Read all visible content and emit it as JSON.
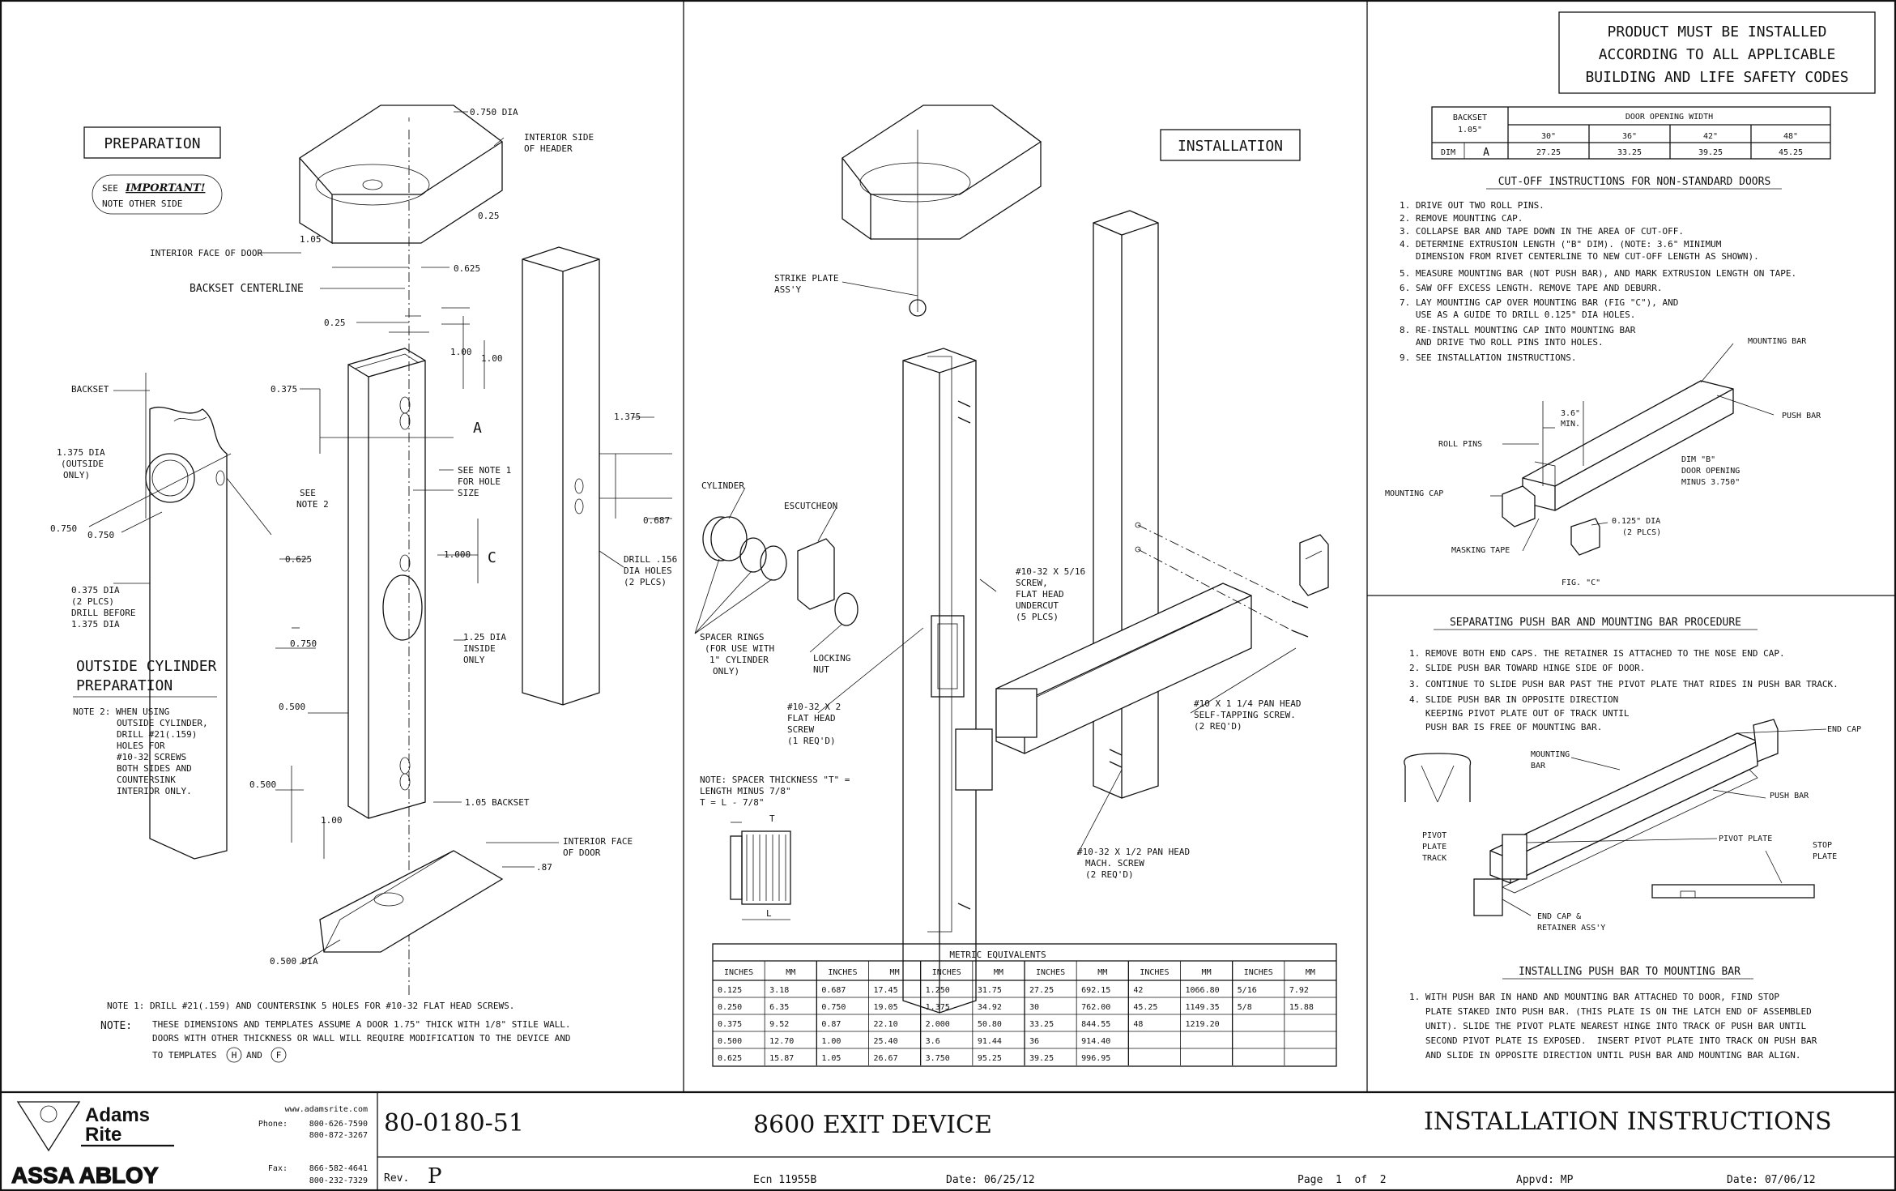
{
  "notice": [
    "PRODUCT MUST BE INSTALLED",
    "ACCORDING TO ALL APPLICABLE",
    "BUILDING AND LIFE SAFETY CODES"
  ],
  "prep": {
    "title": "PREPARATION",
    "see_important": "SEE",
    "important": "IMPORTANT!",
    "note_other_side": "NOTE OTHER SIDE",
    "callouts": [
      "0.750 DIA",
      "INTERIOR SIDE",
      "OF HEADER",
      "0.25",
      "1.05",
      "INTERIOR FACE OF DOOR",
      "0.625",
      "BACKSET CENTERLINE",
      "0.25",
      "0.375",
      "1.00",
      "1.00",
      "A",
      "BACKSET",
      "1.375 DIA",
      "(OUTSIDE",
      "ONLY)",
      "0.750",
      "0.750",
      "0.625",
      "SEE",
      "NOTE 2",
      "SEE NOTE 1",
      "FOR HOLE",
      "SIZE",
      "1.000",
      "C",
      "1.375",
      "0.687",
      "DRILL .156",
      "DIA HOLES",
      "(2 PLCS)",
      "0.375 DIA",
      "(2 PLCS)",
      "DRILL BEFORE",
      "1.375 DIA",
      "0.750",
      "1.25 DIA",
      "INSIDE",
      "ONLY",
      "0.500",
      "0.500",
      "1.00",
      "1.05 BACKSET",
      "INTERIOR FACE",
      "OF DOOR",
      ".87",
      "0.500 DIA"
    ],
    "outside_cyl_title": [
      "OUTSIDE CYLINDER",
      "PREPARATION"
    ],
    "note2": [
      "NOTE 2: WHEN USING",
      "OUTSIDE CYLINDER,",
      "DRILL #21(.159)",
      "HOLES FOR",
      "#10-32 SCREWS",
      "BOTH SIDES AND",
      "COUNTERSINK",
      "INTERIOR ONLY."
    ],
    "note1": "NOTE 1: DRILL #21(.159) AND COUNTERSINK 5 HOLES FOR #10-32 FLAT HEAD SCREWS.",
    "note_label": "NOTE:",
    "note_lines": [
      "THESE DIMENSIONS AND TEMPLATES ASSUME A DOOR 1.75\" THICK WITH 1/8\" STILE WALL.",
      "DOORS WITH OTHER THICKNESS OR WALL WILL REQUIRE MODIFICATION TO THE DEVICE AND",
      "TO TEMPLATES"
    ],
    "tpl_h": "H",
    "tpl_and": "AND",
    "tpl_f": "F"
  },
  "install": {
    "title": "INSTALLATION",
    "callouts": [
      "STRIKE PLATE",
      "ASS'Y",
      "CYLINDER",
      "ESCUTCHEON",
      "#10-32 X 5/16",
      "SCREW,",
      "FLAT HEAD",
      "UNDERCUT",
      "(5 PLCS)",
      "SPACER RINGS",
      "(FOR USE WITH",
      "1\" CYLINDER",
      "ONLY)",
      "LOCKING",
      "NUT",
      "#10-32 X 2",
      "FLAT HEAD",
      "SCREW",
      "(1 REQ'D)",
      "#10 X 1 1/4 PAN HEAD",
      "SELF-TAPPING SCREW.",
      "(2 REQ'D)",
      "#10-32 X 1/2 PAN HEAD",
      "MACH. SCREW",
      "(2 REQ'D)"
    ],
    "spacer_note": [
      "NOTE: SPACER THICKNESS \"T\" =",
      "LENGTH MINUS 7/8\"",
      "T = L - 7/8\""
    ],
    "t_label": "T",
    "l_label": "L"
  },
  "metric": {
    "title": "METRIC EQUIVALENTS",
    "headers": [
      "INCHES",
      "MM",
      "INCHES",
      "MM",
      "INCHES",
      "MM",
      "INCHES",
      "MM",
      "INCHES",
      "MM",
      "INCHES",
      "MM"
    ],
    "rows": [
      [
        "0.125",
        "3.18",
        "0.687",
        "17.45",
        "1.250",
        "31.75",
        "27.25",
        "692.15",
        "42",
        "1066.80",
        "5/16",
        "7.92"
      ],
      [
        "0.250",
        "6.35",
        "0.750",
        "19.05",
        "1.375",
        "34.92",
        "30",
        "762.00",
        "45.25",
        "1149.35",
        "5/8",
        "15.88"
      ],
      [
        "0.375",
        "9.52",
        "0.87",
        "22.10",
        "2.000",
        "50.80",
        "33.25",
        "844.55",
        "48",
        "1219.20",
        "",
        ""
      ],
      [
        "0.500",
        "12.70",
        "1.00",
        "25.40",
        "3.6",
        "91.44",
        "36",
        "914.40",
        "",
        "",
        "",
        ""
      ],
      [
        "0.625",
        "15.87",
        "1.05",
        "26.67",
        "3.750",
        "95.25",
        "39.25",
        "996.95",
        "",
        "",
        "",
        ""
      ]
    ]
  },
  "door_table": {
    "backset_label": "BACKSET",
    "backset_value": "1.05\"",
    "header": "DOOR OPENING WIDTH",
    "widths": [
      "30\"",
      "36\"",
      "42\"",
      "48\""
    ],
    "dim_label": "DIM",
    "dim_letter": "A",
    "dims": [
      "27.25",
      "33.25",
      "39.25",
      "45.25"
    ]
  },
  "cutoff": {
    "title": "CUT-OFF INSTRUCTIONS FOR NON-STANDARD DOORS",
    "steps": [
      "1. DRIVE OUT TWO ROLL PINS.",
      "2. REMOVE MOUNTING CAP.",
      "3. COLLAPSE BAR AND TAPE DOWN IN THE AREA OF CUT-OFF.",
      "4. DETERMINE EXTRUSION LENGTH (\"B\" DIM). (NOTE: 3.6\" MINIMUM",
      "   DIMENSION FROM RIVET CENTERLINE TO NEW CUT-OFF LENGTH AS SHOWN).",
      "5. MEASURE MOUNTING BAR (NOT PUSH BAR), AND MARK EXTRUSION LENGTH ON TAPE.",
      "6. SAW OFF EXCESS LENGTH.  REMOVE TAPE AND DEBURR.",
      "7. LAY MOUNTING CAP OVER MOUNTING BAR (FIG \"C\"), AND",
      "   USE AS A GUIDE TO DRILL 0.125\" DIA HOLES.",
      "8. RE-INSTALL MOUNTING CAP INTO MOUNTING BAR",
      "   AND DRIVE TWO ROLL PINS INTO HOLES.",
      "9. SEE INSTALLATION INSTRUCTIONS."
    ],
    "callouts": [
      "MOUNTING BAR",
      "3.6\"",
      "MIN.",
      "PUSH BAR",
      "ROLL PINS",
      "DIM \"B\"",
      "DOOR OPENING",
      "MINUS 3.750\"",
      "MOUNTING CAP",
      "0.125\" DIA",
      "(2 PLCS)",
      "MASKING TAPE",
      "FIG. \"C\""
    ]
  },
  "separate": {
    "title": "SEPARATING PUSH BAR AND MOUNTING BAR PROCEDURE",
    "steps": [
      "1. REMOVE BOTH END CAPS. THE RETAINER IS ATTACHED TO THE NOSE END CAP.",
      "2. SLIDE PUSH BAR TOWARD HINGE SIDE OF DOOR.",
      "3. CONTINUE TO SLIDE PUSH BAR PAST THE PIVOT PLATE THAT RIDES IN PUSH BAR TRACK.",
      "4. SLIDE PUSH BAR IN OPPOSITE DIRECTION",
      "   KEEPING PIVOT PLATE OUT OF TRACK UNTIL",
      "   PUSH BAR IS FREE OF MOUNTING BAR."
    ],
    "callouts": [
      "END CAP",
      "MOUNTING",
      "BAR",
      "PUSH BAR",
      "PIVOT",
      "PLATE",
      "TRACK",
      "PIVOT PLATE",
      "STOP",
      "PLATE",
      "END CAP &",
      "RETAINER ASS'Y"
    ]
  },
  "installing": {
    "title": "INSTALLING PUSH BAR TO MOUNTING BAR",
    "lines": [
      "1. WITH PUSH BAR IN HAND AND MOUNTING BAR ATTACHED TO DOOR, FIND STOP",
      "   PLATE STAKED INTO PUSH BAR. (THIS PLATE IS ON THE LATCH END OF ASSEMBLED",
      "   UNIT). SLIDE THE PIVOT PLATE NEAREST HINGE INTO TRACK OF PUSH BAR UNTIL",
      "   SECOND PIVOT PLATE IS EXPOSED.  INSERT PIVOT PLATE INTO TRACK ON PUSH BAR",
      "   AND SLIDE IN OPPOSITE DIRECTION UNTIL PUSH BAR AND MOUNTING BAR ALIGN."
    ]
  },
  "title_block": {
    "brand": [
      "Adams",
      "Rite"
    ],
    "brand2": "ASSA ABLOY",
    "web": "www.adamsrite.com",
    "phone_label": "Phone:",
    "phone1": "800-626-7590",
    "phone2": "800-872-3267",
    "fax_label": "Fax:",
    "fax1": "866-582-4641",
    "fax2": "800-232-7329",
    "part_no": "80-0180-51",
    "rev_label": "Rev.",
    "rev": "P",
    "product": "8600 EXIT DEVICE",
    "ecn": "Ecn 11955B",
    "date1": "Date: 06/25/12",
    "doc_title": "INSTALLATION INSTRUCTIONS",
    "page": "Page  1  of  2",
    "appvd": "Appvd: MP",
    "date2": "Date: 07/06/12"
  }
}
